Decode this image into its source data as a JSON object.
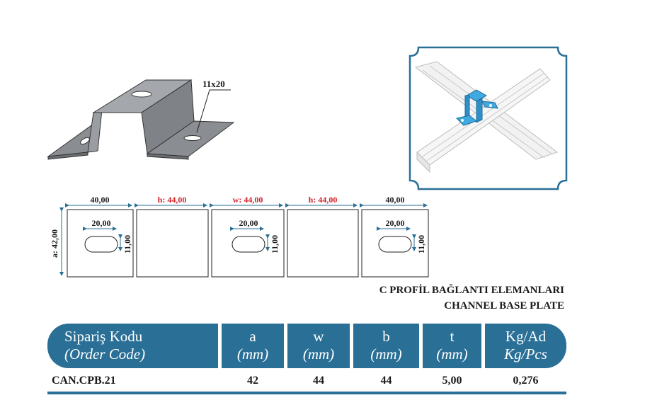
{
  "iso_view": {
    "slot_label": "11x20"
  },
  "drawing": {
    "top_dims": [
      "40,00",
      "h: 44,00",
      "w: 44,00",
      "h: 44,00",
      "40,00"
    ],
    "side_dim": "a: 42,00",
    "slot_width": "20,00",
    "slot_height": "11,00"
  },
  "title": {
    "line1": "C PROFİL BAĞLANTI ELEMANLARI",
    "line2": "CHANNEL BASE PLATE"
  },
  "table": {
    "headers": [
      {
        "line1": "Sipariş Kodu",
        "line2": "(Order Code)"
      },
      {
        "line1": "a",
        "line2": "(mm)"
      },
      {
        "line1": "w",
        "line2": "(mm)"
      },
      {
        "line1": "b",
        "line2": "(mm)"
      },
      {
        "line1": "t",
        "line2": "(mm)"
      },
      {
        "line1": "Kg/Ad",
        "line2": "Kg/Pcs"
      }
    ],
    "row": [
      "CAN.CPB.21",
      "42",
      "44",
      "44",
      "5,00",
      "0,276"
    ]
  },
  "colors": {
    "accent": "#2a6f96",
    "dimension_red": "#d2222a",
    "arrow_blue": "#2a6f96",
    "part_gray": "#8a8d92",
    "part_highlight": "#3fa9e0"
  }
}
